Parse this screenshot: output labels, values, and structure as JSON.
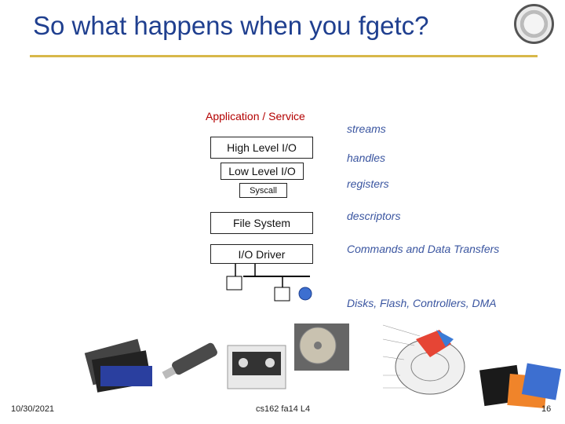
{
  "slide": {
    "title": "So what happens when you fgetc?",
    "stack": {
      "application": "Application / Service",
      "high_io": "High Level I/O",
      "low_io": "Low Level I/O",
      "syscall": "Syscall",
      "file_system": "File System",
      "io_driver": "I/O Driver"
    },
    "annotations": {
      "streams": "streams",
      "handles": "handles",
      "registers": "registers",
      "descriptors": "descriptors",
      "commands": "Commands and Data Transfers",
      "devices": "Disks, Flash, Controllers, DMA"
    },
    "footer": {
      "date": "10/30/2021",
      "course": "cs162 fa14 L4",
      "page": "16"
    },
    "colors": {
      "title": "#1f3f8f",
      "rule": "#d8b84a",
      "application": "#b30000",
      "annotation": "#3a55a0"
    }
  }
}
